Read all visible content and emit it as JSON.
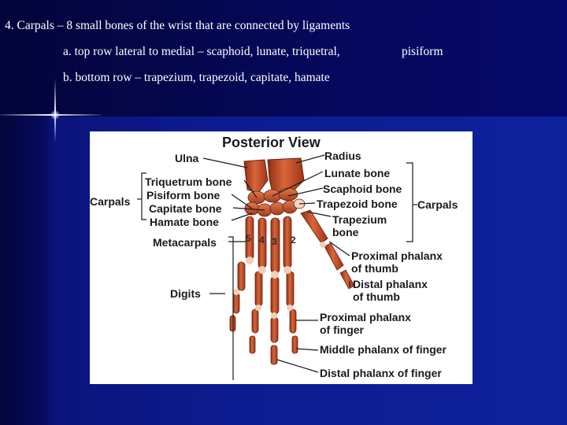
{
  "slide": {
    "line1": "4. Carpals – 8 small bones of the wrist that are connected by ligaments",
    "line2": "a. top row lateral to medial – scaphoid, lunate, triquetral,",
    "line2_end": "pisiform",
    "line3": "b. bottom row – trapezium, trapezoid, capitate, hamate"
  },
  "figure": {
    "title": "Posterior View",
    "labels": {
      "ulna": "Ulna",
      "radius": "Radius",
      "carpals_left": "Carpals",
      "carpals_right": "Carpals",
      "triquetrum": "Triquetrum bone",
      "pisiform": "Pisiform bone",
      "capitate": "Capitate bone",
      "hamate": "Hamate bone",
      "lunate": "Lunate bone",
      "scaphoid": "Scaphoid bone",
      "trapezoid": "Trapezoid  bone",
      "trapezium_1": "Trapezium",
      "trapezium_2": "bone",
      "metacarpals": "Metacarpals",
      "digits": "Digits",
      "prox_thumb_1": "Proximal phalanx",
      "prox_thumb_2": "of thumb",
      "dist_thumb_1": "Distal phalanx",
      "dist_thumb_2": "of thumb",
      "prox_finger_1": "Proximal phalanx",
      "prox_finger_2": "of finger",
      "middle_finger": "Middle phalanx of finger",
      "distal_finger": "Distal phalanx of finger"
    },
    "metacarpal_numbers": [
      "5",
      "4",
      "3",
      "2"
    ]
  }
}
